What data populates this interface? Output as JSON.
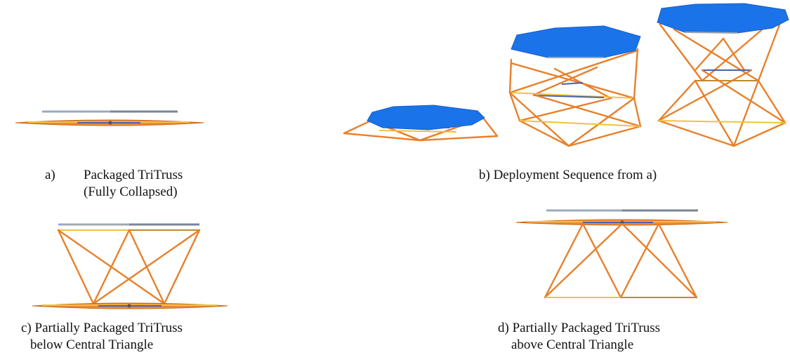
{
  "captions": {
    "a": {
      "letter": "a)",
      "line1": "Packaged TriTruss",
      "line2": "(Fully Collapsed)"
    },
    "b": {
      "line1": "b) Deployment Sequence from a)"
    },
    "c": {
      "line1": "c) Partially Packaged TriTruss",
      "line2": "below Central Triangle"
    },
    "d": {
      "line1": "d) Partially Packaged TriTruss",
      "line2": "above Central Triangle"
    }
  },
  "colors": {
    "strut_orange": "#e8802a",
    "strut_yellow": "#f2c23a",
    "strut_blue": "#4a5fb0",
    "plate_blue": "#1a73e8",
    "bar_gray": "#9aaabb"
  }
}
